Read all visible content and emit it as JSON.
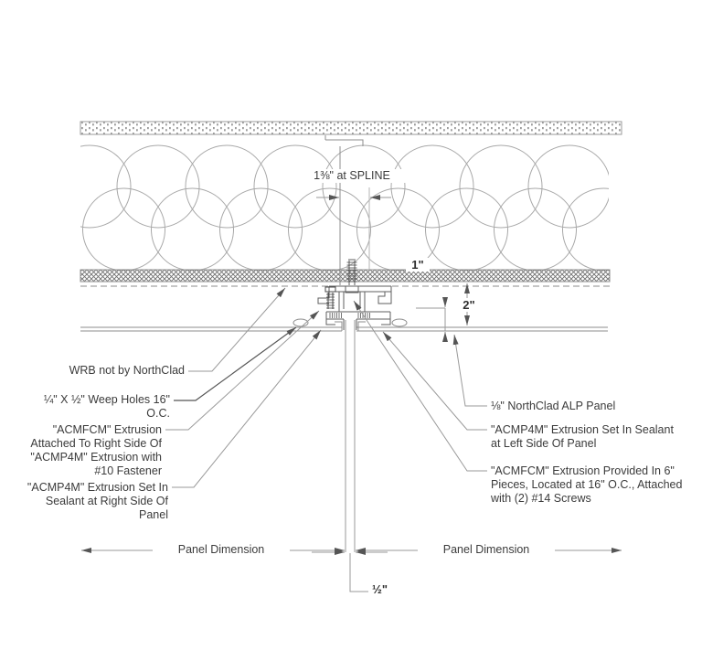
{
  "drawing": {
    "title": "wall panel spline joint detail",
    "dims": {
      "spline": "1⅜\" at SPLINE",
      "one_inch": "1\"",
      "two_inch": "2\"",
      "half_inch": "½\"",
      "panel_dim_left": "Panel Dimension",
      "panel_dim_right": "Panel Dimension"
    },
    "callouts_left": [
      {
        "lines": [
          "WRB not by NorthClad"
        ]
      },
      {
        "lines": [
          "¼\" X ½\" Weep Holes 16\"",
          "O.C."
        ]
      },
      {
        "lines": [
          "\"ACMFCM\" Extrusion",
          "Attached To Right Side Of",
          "\"ACMP4M\" Extrusion with",
          "#10 Fastener"
        ]
      },
      {
        "lines": [
          "\"ACMP4M\" Extrusion Set In",
          "Sealant at Right Side Of",
          "Panel"
        ]
      }
    ],
    "callouts_right": [
      {
        "lines": [
          "⅛\" NorthClad ALP Panel"
        ]
      },
      {
        "lines": [
          "\"ACMP4M\" Extrusion Set In Sealant",
          "at Left Side Of Panel"
        ]
      },
      {
        "lines": [
          "\"ACMFCM\" Extrusion Provided In 6\"",
          "Pieces, Located at 16\" O.C., Attached",
          "with (2) #14 Screws"
        ]
      }
    ],
    "colors": {
      "line": "#8c8c8c",
      "light_line": "#a8a8a8",
      "dark_line": "#4a4a4a",
      "hatch": "#6f6f6f",
      "stipple": "#9a9a9a",
      "text": "#3b3b3b"
    }
  }
}
